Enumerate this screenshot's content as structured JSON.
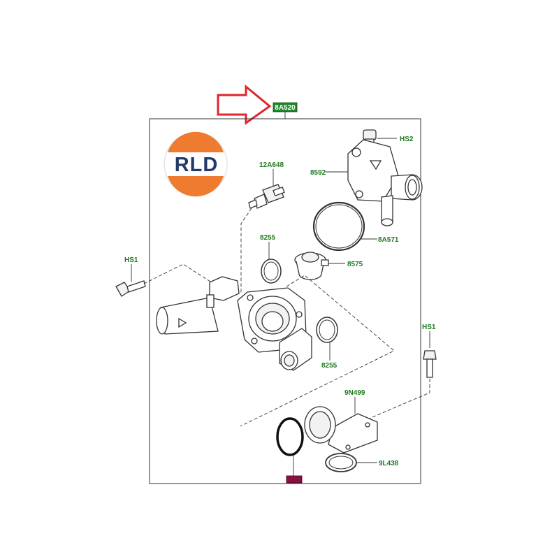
{
  "colors": {
    "label_green": "#1f7a1f",
    "tag_green": "#1e8a2a",
    "tag_red": "#c0102a",
    "tag_magenta": "#8a1040",
    "arrow_red": "#e0252b",
    "logo_orange": "#ee7b30",
    "logo_navy": "#233a6b"
  },
  "logo": {
    "text": "RLD"
  },
  "header_tag": {
    "text": "8A520"
  },
  "footer_tag": {
    "text": ""
  },
  "labels": {
    "hs2": "HS2",
    "p8592": "8592",
    "p12a648": "12A648",
    "p8a571": "8A571",
    "p8255_top": "8255",
    "p8575": "8575",
    "hs1_left": "HS1",
    "hs1_right": "HS1",
    "p8255_bottom": "8255",
    "p9n499": "9N499",
    "p9l438": "9L438"
  }
}
